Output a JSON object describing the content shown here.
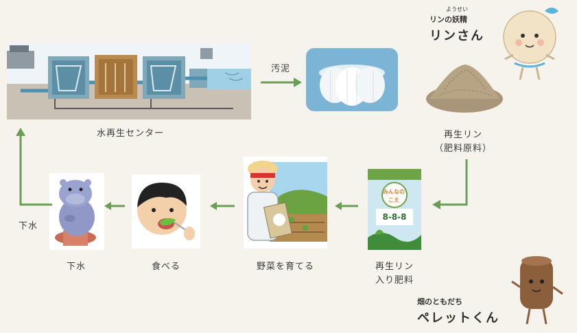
{
  "labels": {
    "water_center": "水再生センター",
    "sludge": "汚泥",
    "recycled_phosphorus": "再生リン",
    "fertilizer_material": "（肥料原料）",
    "fertilizer_line1": "再生リン",
    "fertilizer_line2": "入り肥料",
    "grow_vegetables": "野菜を育てる",
    "eat": "食べる",
    "sewage_toilet": "下水",
    "sewage_return": "下水"
  },
  "characters": {
    "rin_ruby": "ようせい",
    "rin_subtitle": "リンの妖精",
    "rin_name": "リンさん",
    "pellet_subtitle": "畑のともだち",
    "pellet_name": "ペレットくん"
  },
  "fertilizer_bag": {
    "brand": "みんなの",
    "brand2": "こえ",
    "numbers": "8-8-8"
  },
  "colors": {
    "arrow": "#6a9e57",
    "background": "#f6f3ec"
  }
}
